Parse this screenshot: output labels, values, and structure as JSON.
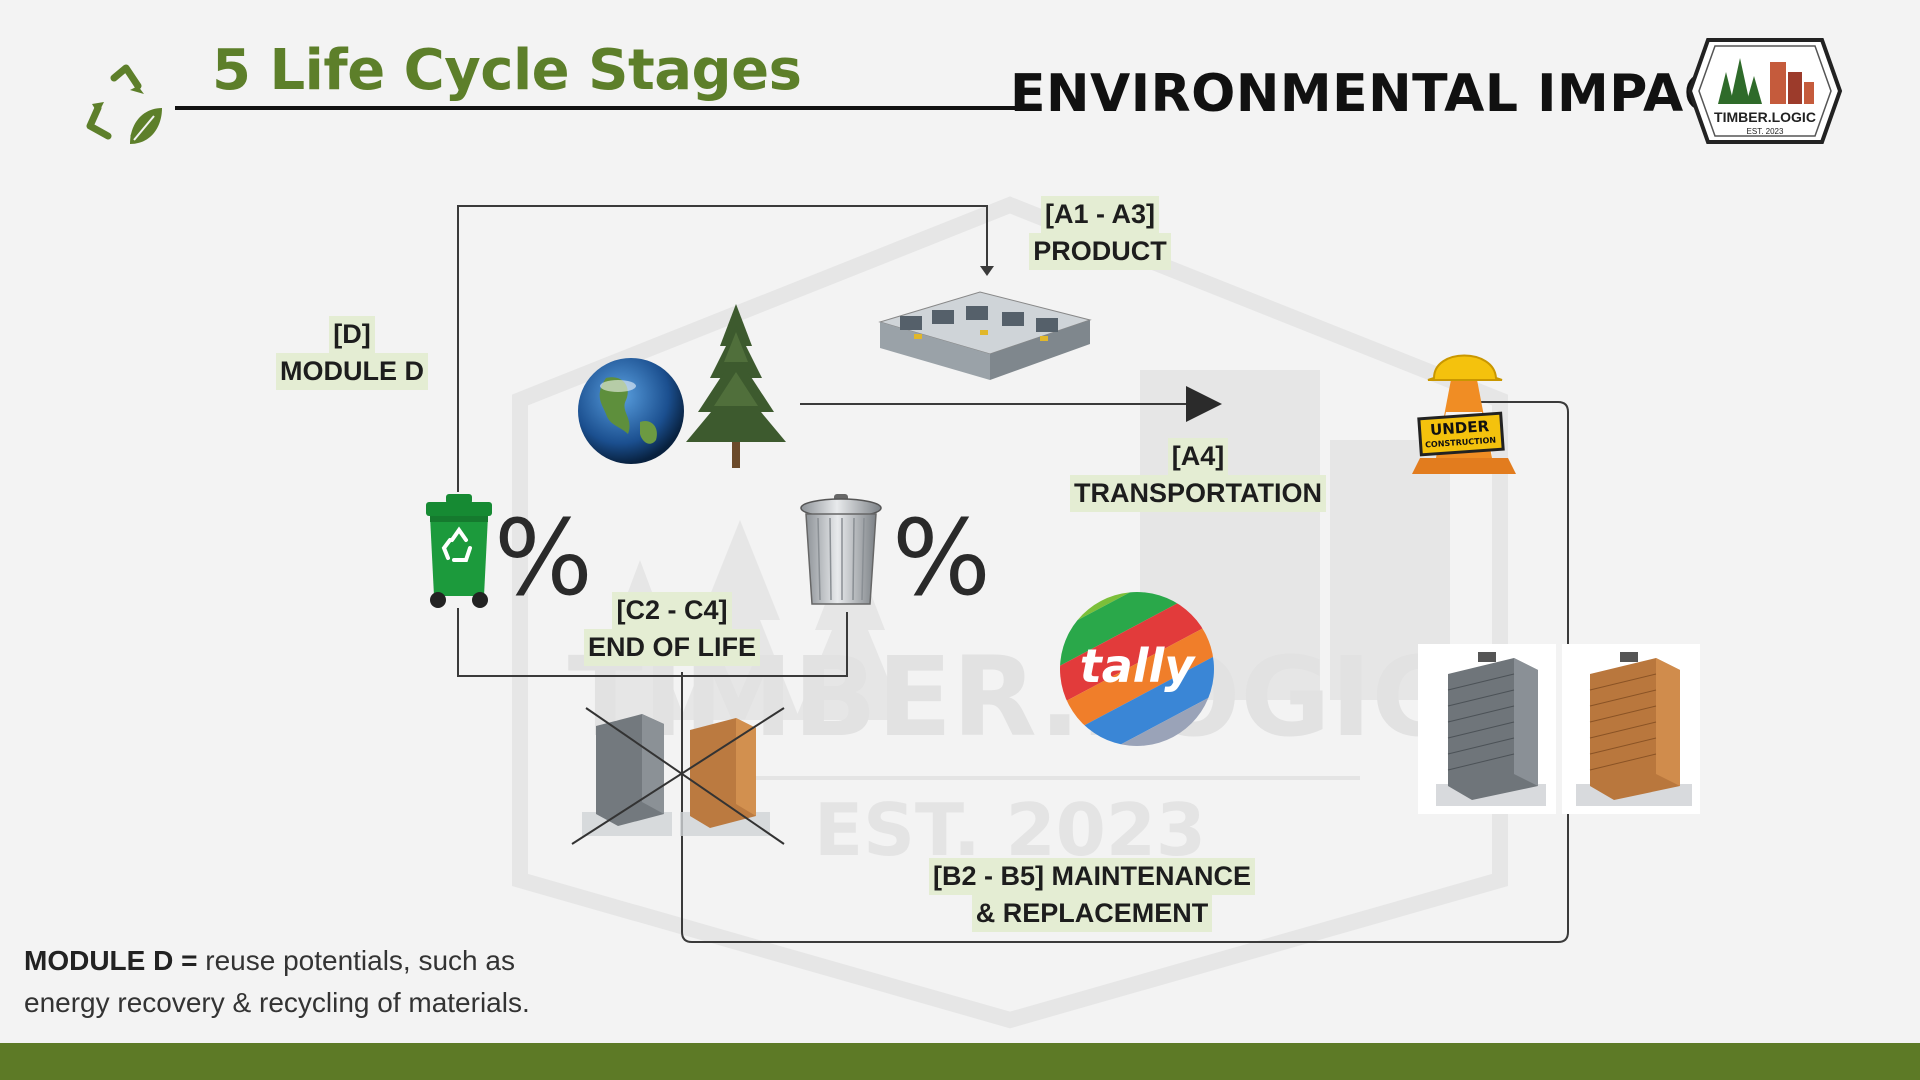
{
  "header": {
    "title": "5 Life Cycle Stages",
    "section_title": "ENVIRONMENTAL IMPACT",
    "logo_text": "TIMBER.LOGIC",
    "logo_sub": "EST. 2023",
    "recycle_icon": "recycle-leaf-icon"
  },
  "stages": {
    "product_code": "[A1 - A3]",
    "product_name": "PRODUCT",
    "transport_code": "[A4]",
    "transport_name": "TRANSPORTATION",
    "maintenance_line1": "[B2 - B5] MAINTENANCE",
    "maintenance_line2": "& REPLACEMENT",
    "eol_code": "[C2 - C4]",
    "eol_name": "END OF LIFE",
    "module_d_code": "[D]",
    "module_d_name": "MODULE D"
  },
  "symbols": {
    "percent_recycle": "%",
    "percent_trash": "%",
    "construction_sign_line1": "UNDER",
    "construction_sign_line2": "CONSTRUCTION",
    "tally_logo": "tally"
  },
  "watermark": {
    "brand": "TIMBER.LOGIC",
    "est": "EST. 2023"
  },
  "note": {
    "bold": "MODULE D =",
    "line1": " reuse potentials, such as",
    "line2": "energy recovery & recycling of materials."
  },
  "colors": {
    "accent_green": "#5d7f2a",
    "footer_green": "#5d7a26",
    "label_highlight": "#e4edd3",
    "bin_green": "#1c9a3c"
  }
}
